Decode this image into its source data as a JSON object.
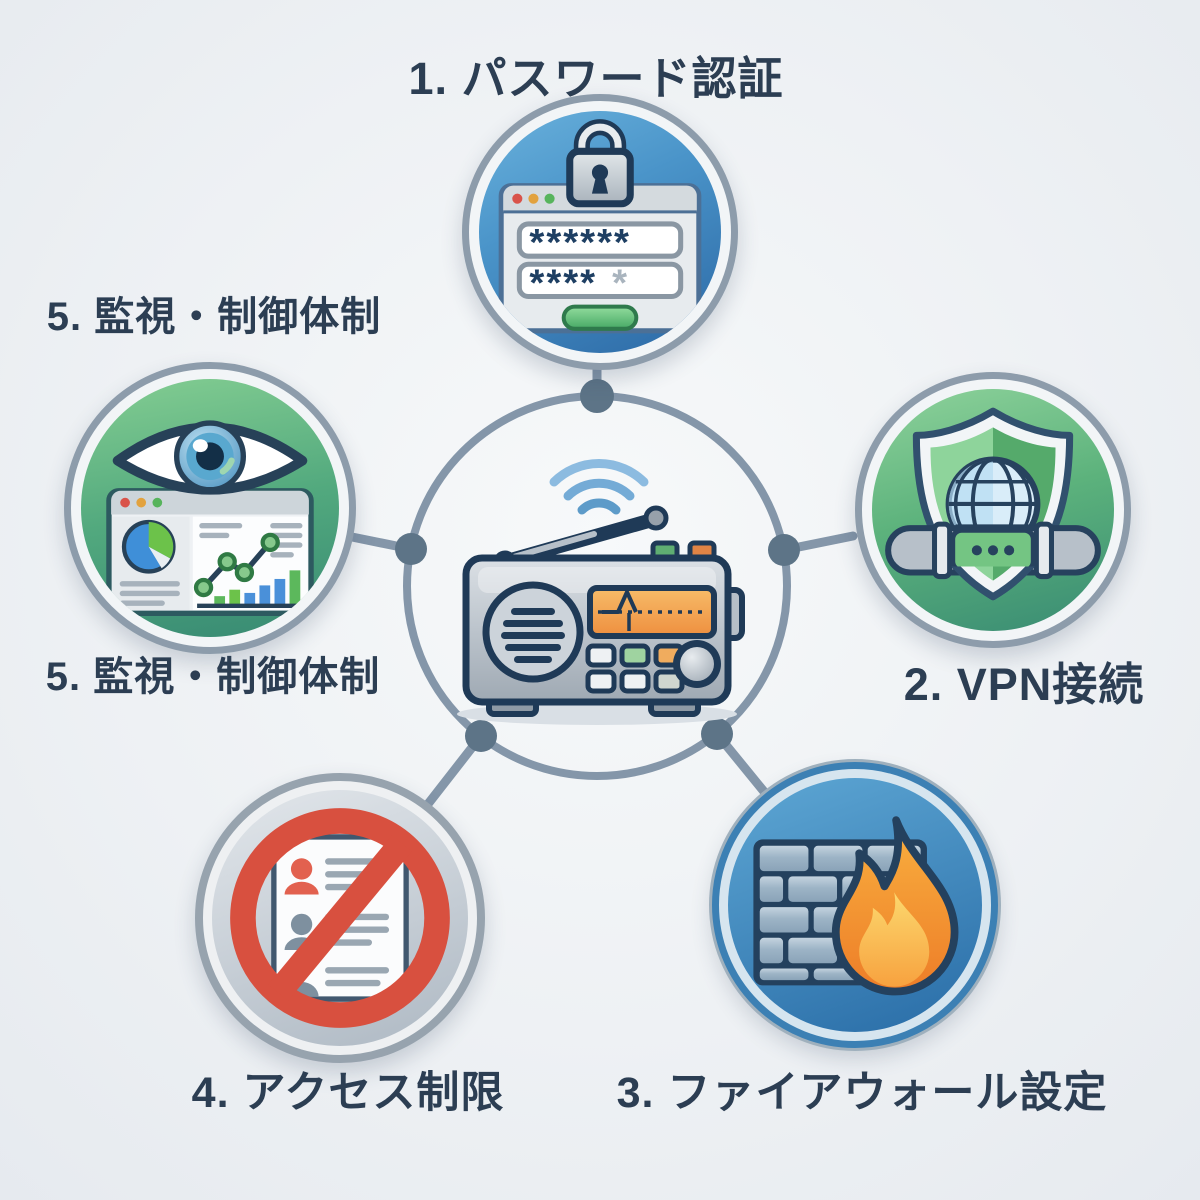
{
  "hubs": {
    "password": {
      "label": "1. パスワード認証",
      "icon": "lock-browser-password-icon",
      "color": "#3f85bd",
      "password_mask_row1": "******",
      "password_mask_row2": "****",
      "password_mask_row2_faded": "*"
    },
    "vpn": {
      "label": "2. VPN接続",
      "icon": "shield-globe-vpn-icon",
      "color": "#55aa6b"
    },
    "firewall": {
      "label": "3. ファイアウォール設定",
      "icon": "brick-wall-flame-icon",
      "color": "#3e83b6"
    },
    "access": {
      "label": "4. アクセス制限",
      "icon": "no-entry-user-list-icon",
      "color": "#d8503f"
    },
    "monitoring": {
      "label_above": "5. 監視・制御体制",
      "label_below": "5. 監視・制御体制",
      "icon": "eye-dashboard-icon",
      "color": "#55aa6b"
    }
  },
  "center": {
    "icon": "radio-device-with-wifi-icon"
  },
  "colors": {
    "background": "#eef1f4",
    "label_text": "#2c3e53",
    "connector": "#8496a9",
    "connector_node": "#5f7689"
  }
}
